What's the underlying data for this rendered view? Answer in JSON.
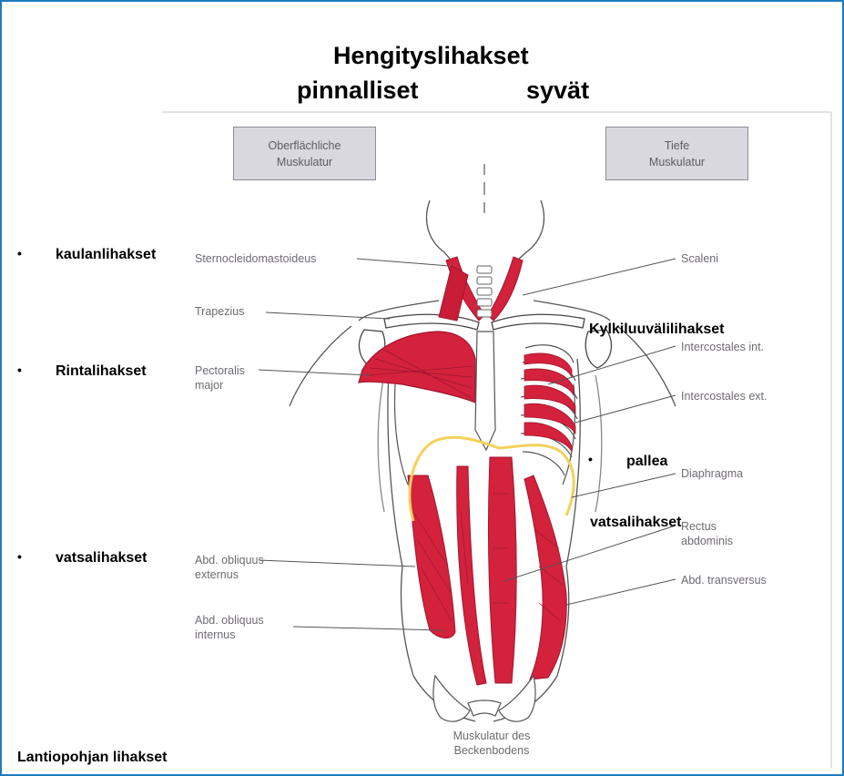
{
  "title": {
    "main": "Hengityslihakset",
    "left_sub": "pinnalliset",
    "right_sub": "syvät"
  },
  "boxes": {
    "superficial": "Oberflächliche Muskulatur",
    "deep": "Tiefe Muskulatur"
  },
  "finnish_labels": {
    "neck": "kaulanlihakset",
    "chest": "Rintalihakset",
    "abdominal_left": "vatsalihakset",
    "intercostal": "Kylkiluuvälilihakset",
    "diaphragm": "pallea",
    "abdominal_right": "vatsalihakset",
    "pelvic_floor": "Lantiopohjan lihakset"
  },
  "bullet_symbol": "•",
  "german_labels": {
    "sternocleidomastoideus": "Sternocleidomastoideus",
    "trapezius": "Trapezius",
    "pectoralis": "Pectoralis major",
    "obliquus_externus": "Abd. obliquus externus",
    "obliquus_internus": "Abd. obliquus internus",
    "scaleni": "Scaleni",
    "intercostales_int": "Intercostales int.",
    "intercostales_ext": "Intercostales ext.",
    "diaphragma": "Diaphragma",
    "rectus": "Rectus abdominis",
    "transversus": "Abd. transversus",
    "pelvic": "Muskulatur des Beckenbodens"
  },
  "colors": {
    "frame": "#1f7bbd",
    "muscle": "#d4213c",
    "muscle_dark": "#9e1830",
    "diaphragm_outline": "#f2d15c",
    "label_gray": "#6f6a72",
    "box_fill": "#d9d8df"
  }
}
